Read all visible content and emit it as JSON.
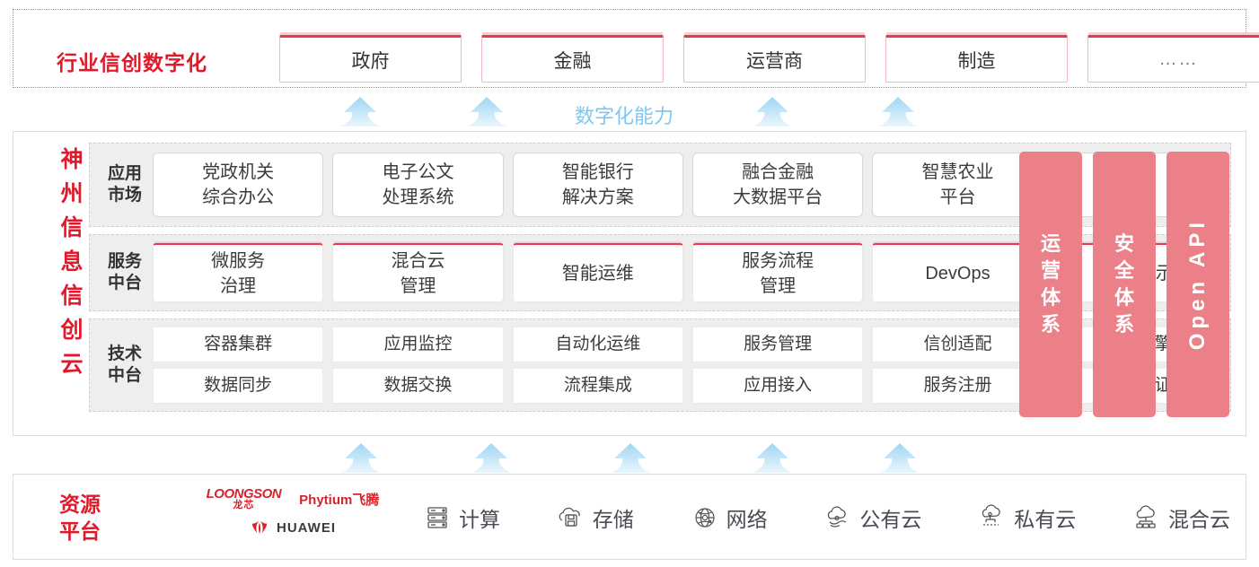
{
  "industry": {
    "title": "行业信创数字化",
    "boxes": [
      {
        "label": "政府"
      },
      {
        "label": "金融"
      },
      {
        "label": "运营商"
      },
      {
        "label": "制造"
      },
      {
        "label": "……"
      }
    ]
  },
  "capability": {
    "label": "数字化能力",
    "arrow_count_top": 4,
    "arrow_count_bottom": 5,
    "arrow_color": "#bde3f7"
  },
  "cloud": {
    "title": "神州信息信创云",
    "bands": [
      {
        "label": "应用市场",
        "cells": [
          "党政机关\n综合办公",
          "电子公文\n处理系统",
          "智能银行\n解决方案",
          "融合金融\n大数据平台",
          "智慧农业\n平台",
          "……"
        ]
      },
      {
        "label": "服务中台",
        "cells": [
          "微服务\n治理",
          "混合云\n管理",
          "智能运维",
          "服务流程\n管理",
          "DevOps",
          "大屏展示"
        ]
      },
      {
        "label": "技术中台",
        "rows": [
          [
            "容器集群",
            "应用监控",
            "自动化运维",
            "服务管理",
            "信创适配",
            "流程引擎"
          ],
          [
            "数据同步",
            "数据交换",
            "流程集成",
            "应用接入",
            "服务注册",
            "统一认证"
          ]
        ]
      }
    ],
    "pillars": [
      {
        "label": "运营体系",
        "type": "cn"
      },
      {
        "label": "安全体系",
        "type": "cn"
      },
      {
        "label": "Open API",
        "type": "en"
      }
    ],
    "pillar_color": "#ec8089"
  },
  "resource": {
    "title": "资源平台",
    "vendors": {
      "loongson_en": "LOONGSON",
      "loongson_cn": "龙芯",
      "phytium": "Phytium飞腾",
      "huawei": "HUAWEI"
    },
    "items": [
      {
        "icon": "server-icon",
        "label": "计算"
      },
      {
        "icon": "cloud-storage-icon",
        "label": "存储"
      },
      {
        "icon": "network-globe-icon",
        "label": "网络"
      },
      {
        "icon": "public-cloud-icon",
        "label": "公有云"
      },
      {
        "icon": "private-cloud-icon",
        "label": "私有云"
      },
      {
        "icon": "hybrid-cloud-icon",
        "label": "混合云"
      }
    ]
  },
  "colors": {
    "brand_red": "#e01a2b",
    "accent_pink": "#ec8089",
    "arrow_blue": "#bde3f7",
    "band_gray": "#eeeeee"
  }
}
